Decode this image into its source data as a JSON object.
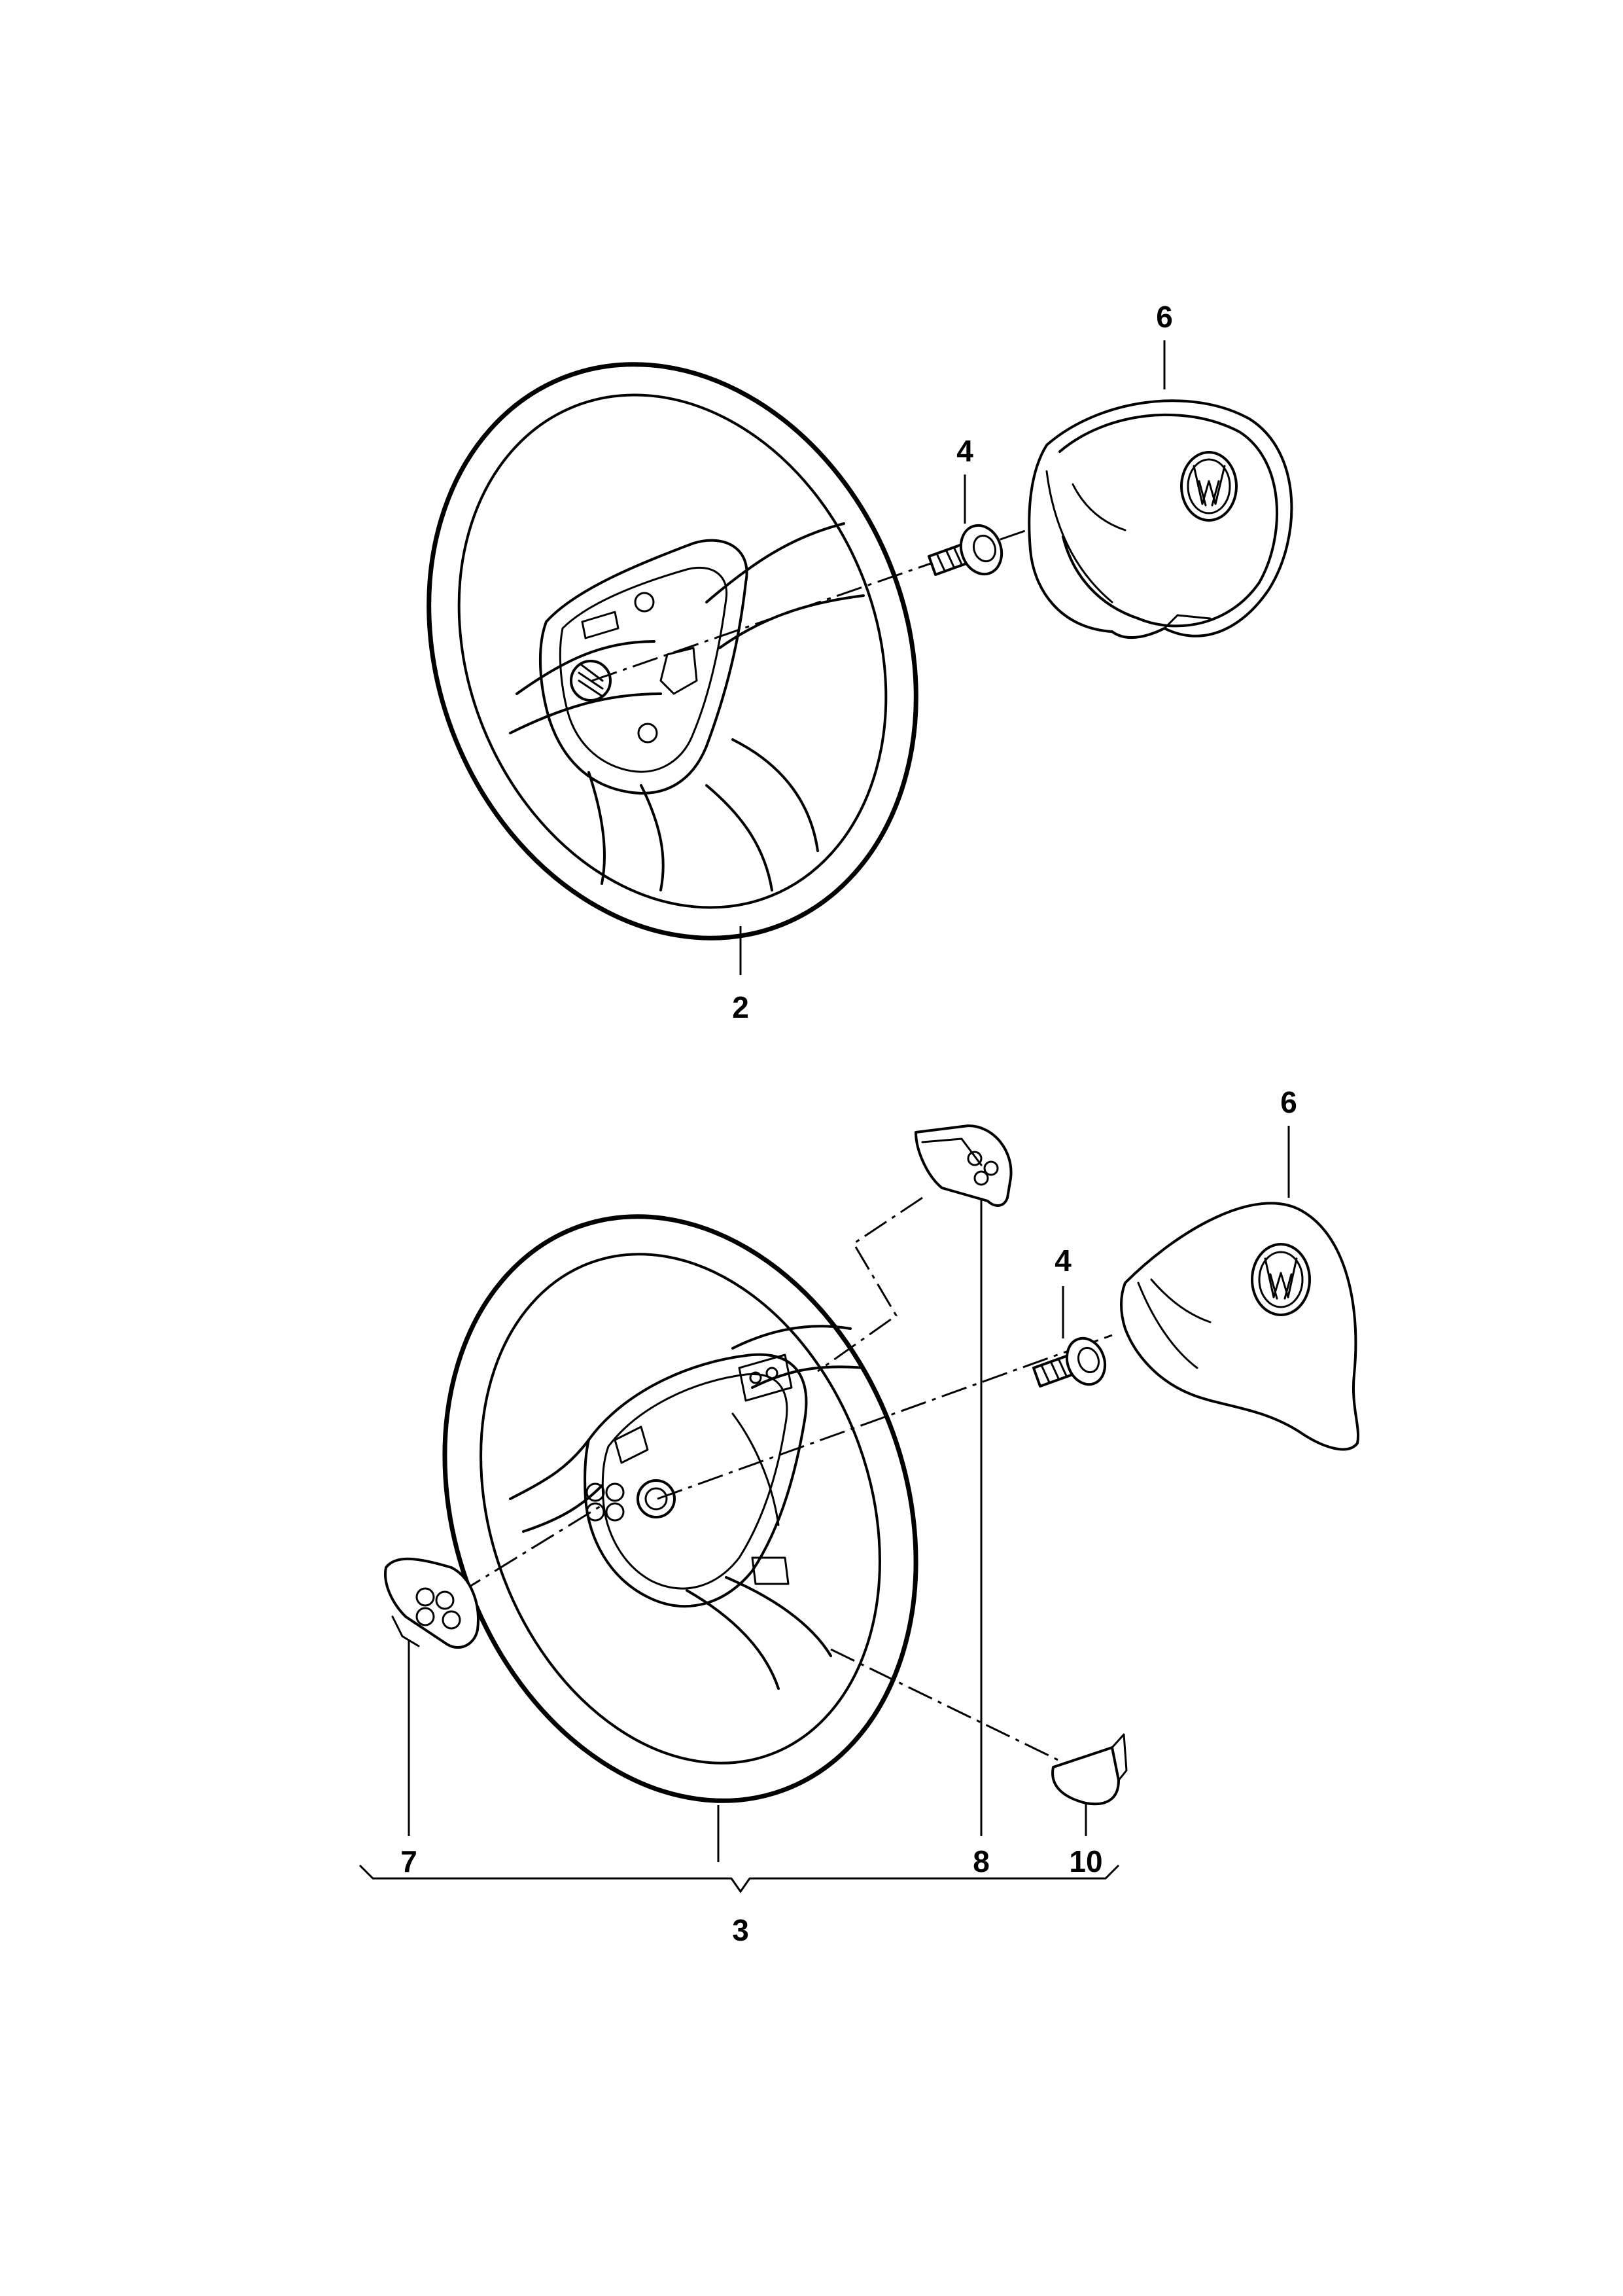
{
  "diagram": {
    "upper_group": {
      "label_steering_wheel": "2",
      "label_screw": "4",
      "label_airbag": "6"
    },
    "lower_group": {
      "label_assembly": "3",
      "label_screw": "4",
      "label_airbag": "6",
      "label_left_switch": "7",
      "label_right_switch": "8",
      "label_lower_trim": "10"
    }
  }
}
